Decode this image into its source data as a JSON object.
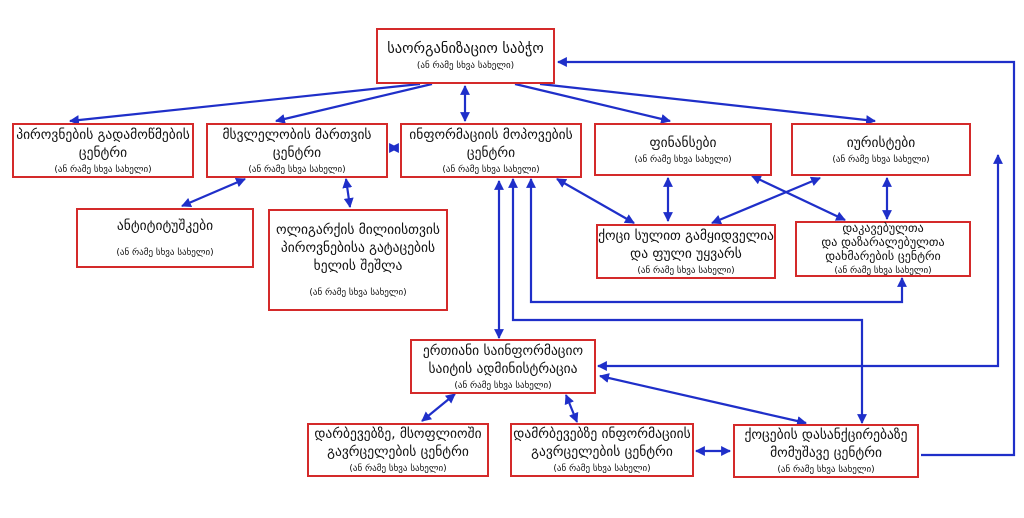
{
  "colors": {
    "border": "#d42a2a",
    "arrow": "#1f2fc9",
    "text": "#111111",
    "background": "#ffffff"
  },
  "nodes": {
    "council": {
      "title": "საორგანიზაციო საბჭო",
      "sub": "(ან რამე სხვა სახელი)"
    },
    "provocations": {
      "title": "პიროვნების გადამოწმების\nცენტრი",
      "sub": "(ან რამე სხვა სახელი)"
    },
    "behavior": {
      "title": "მსვლელობის მართვის\nცენტრი",
      "sub": "(ან რამე სხვა სახელი)"
    },
    "info_gathering": {
      "title": "ინფორმაციის მოპოვების\nცენტრი",
      "sub": "(ან რამე სხვა სახელი)"
    },
    "finances": {
      "title": "ფინანსები",
      "sub": "(ან რამე სხვა სახელი)"
    },
    "lawyers": {
      "title": "იურისტები",
      "sub": "(ან რამე სხვა სახელი)"
    },
    "antitituki": {
      "title": "ანტიტიტუშკები",
      "sub": "(ან რამე სხვა სახელი)"
    },
    "oligarch": {
      "title": "ოლიგარქის მილიისთვის\nპიროვნებისა  გატაცების\nხელის შეშლა",
      "sub": "(ან რამე სხვა სახელი)"
    },
    "kochi": {
      "title": "ქოცი სულით გამყიდველია\nდა ფული უყვარს",
      "sub": "(ან რამე სხვა სახელი)"
    },
    "detained": {
      "title": "დაკავებულთა\nდა დაზარალებულთა\nდახმარების ცენტრი",
      "sub": "(ან რამე სხვა სახელი)"
    },
    "unified": {
      "title": "ერთიანი საინფორმაციო\nსაიტის ადმინისტრაცია",
      "sub": "(ან რამე სხვა სახელი)"
    },
    "spread_world": {
      "title": "დარბევებზე, მსოფლიოში\nგავრცელების ცენტრი",
      "sub": "(ან რამე სხვა სახელი)"
    },
    "spread_info": {
      "title": "დამრბევებზე ინფორმაციის\nგავრცელების ცენტრი",
      "sub": "(ან რამე სხვა სახელი)"
    },
    "punish": {
      "title": "ქოცების დასანქცირებაზე\nმომუშავე ცენტრი",
      "sub": "(ან რამე სხვა სახელი)"
    }
  }
}
